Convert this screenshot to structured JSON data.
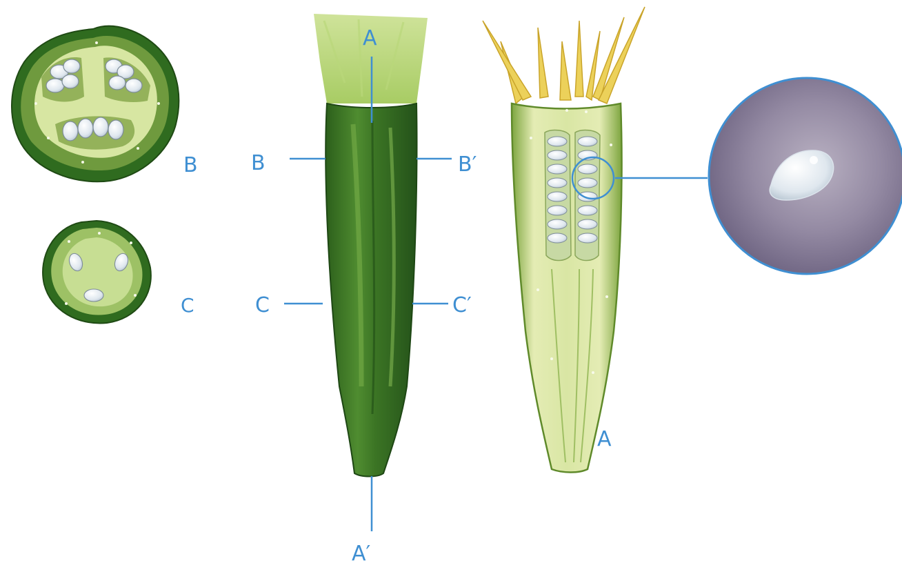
{
  "labels": {
    "section_b": "B",
    "section_c": "C",
    "cut_a_top": "A",
    "cut_a_bottom": "A′",
    "cut_b_left": "B",
    "cut_b_right": "B′",
    "cut_c_left": "C",
    "cut_c_right": "C′",
    "longitudinal_a": "A"
  },
  "colors": {
    "annotation_blue": "#3f8fd2",
    "pod_dark_green": "#2f6b1f",
    "pod_mid_green": "#4d8a2e",
    "pod_light_green": "#a9c96a",
    "pale_green": "#c7de93",
    "flesh_yellow_green": "#dfe9a6",
    "seed_white": "#eef2f4",
    "calyx_yellow": "#e8c94a",
    "lens_purple": "#8b8097"
  }
}
